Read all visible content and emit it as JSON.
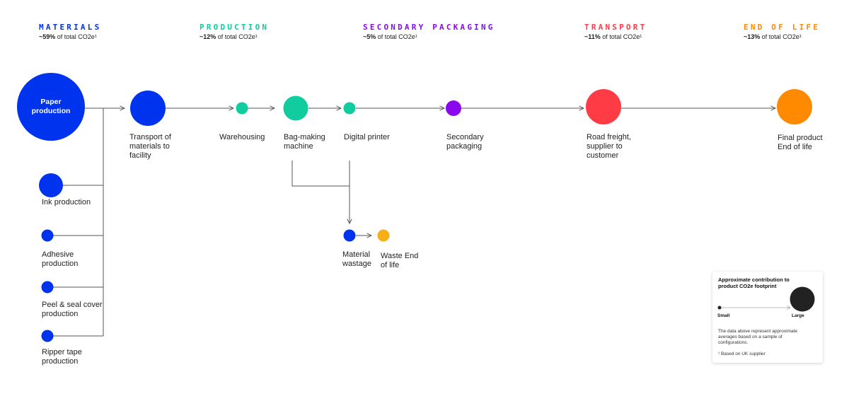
{
  "colors": {
    "materials": "#0033ee",
    "production": "#10cc9e",
    "secondary_packaging": "#8a08ee",
    "transport": "#ff3b46",
    "end_of_life": "#ff8a00",
    "waste": "#f5b017",
    "line": "#555555",
    "legend_dot": "#222222"
  },
  "stages": [
    {
      "key": "materials",
      "title": "MATERIALS",
      "percent": "~59%",
      "suffix": " of total CO2e¹"
    },
    {
      "key": "production",
      "title": "PRODUCTION",
      "percent": "~12%",
      "suffix": " of total CO2e¹"
    },
    {
      "key": "secondary_packaging",
      "title": "SECONDARY PACKAGING",
      "percent": "~5%",
      "suffix": " of total CO2e¹"
    },
    {
      "key": "transport",
      "title": "TRANSPORT",
      "percent": "~11%",
      "suffix": " of total CO2e¹"
    },
    {
      "key": "end_of_life",
      "title": "END OF LIFE",
      "percent": "~13%",
      "suffix": " of total CO2e¹"
    }
  ],
  "nodes": {
    "paper": {
      "label": "Paper production"
    },
    "ink": {
      "label": "Ink production"
    },
    "adhesive": {
      "label": "Adhesive production"
    },
    "peel": {
      "label": "Peel & seal cover production"
    },
    "ripper": {
      "label": "Ripper tape production"
    },
    "transport_materials": {
      "label": "Transport of materials to facility"
    },
    "warehousing": {
      "label": "Warehousing"
    },
    "bag_making": {
      "label": "Bag-making machine"
    },
    "digital_printer": {
      "label": "Digital printer"
    },
    "secondary_packaging": {
      "label": "Secondary packaging"
    },
    "road_freight": {
      "label": "Road freight, supplier to customer"
    },
    "final_product": {
      "label": "Final product End of life"
    },
    "material_wastage": {
      "label": "Material wastage"
    },
    "waste_eol": {
      "label": "Waste End of life"
    }
  },
  "legend": {
    "title": "Approximate contribution to product CO2e footprint",
    "small": "Small",
    "large": "Large",
    "note": "The data above represent approximate averages based on a sample of configurations.",
    "footnote": "¹ Based on UK supplier"
  }
}
